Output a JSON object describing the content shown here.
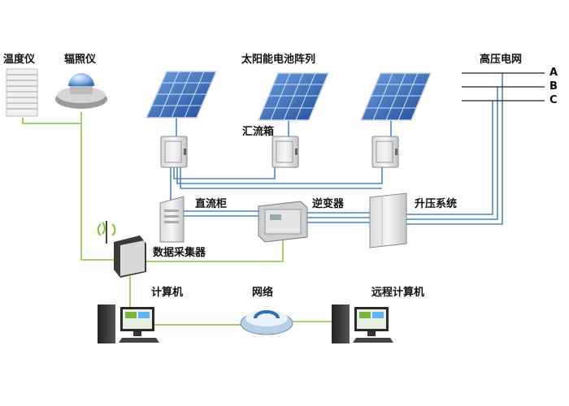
{
  "labels": {
    "thermometer": "温度仪",
    "radiometer": "辐照仪",
    "solar_array": "太阳能电池阵列",
    "combiner_box": "汇流箱",
    "dc_cabinet": "直流柜",
    "inverter": "逆变器",
    "step_up": "升压系统",
    "grid": "高压电网",
    "data_collector": "数据采集器",
    "computer": "计算机",
    "network": "网络",
    "remote_computer": "远程计算机"
  },
  "phases": [
    "A",
    "B",
    "C"
  ],
  "colors": {
    "signal_line": "#8cc63f",
    "power_line": "#4a86c8",
    "panel": "#2f5ea8",
    "device": "#e9e9ea"
  }
}
